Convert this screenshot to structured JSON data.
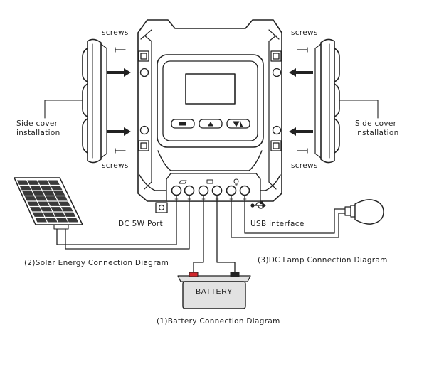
{
  "labels": {
    "screws_top_left": "screws",
    "screws_top_right": "screws",
    "screws_bottom_left": "screws",
    "screws_bottom_right": "screws",
    "side_cover_left": "Side cover installation",
    "side_cover_right": "Side cover installation",
    "dc_port": "DC 5W Port",
    "usb_interface": "USB interface",
    "solar_diagram": "(2)Solar Energy Connection Diagram",
    "dc_lamp_diagram": "(3)DC Lamp Connection Diagram",
    "battery_diagram": "(1)Battery Connection Diagram",
    "battery": "BATTERY"
  },
  "colors": {
    "line": "#222222",
    "body_fill": "#ffffff",
    "battery_fill": "#e2e2e2",
    "solar_cell": "#3a3a3a",
    "terminal_red": "#d0262b"
  },
  "icons": [
    "menu-button-icon",
    "up-button-icon",
    "down-enter-button-icon",
    "solar-panel-icon",
    "battery-icon",
    "lamp-icon",
    "usb-icon"
  ]
}
